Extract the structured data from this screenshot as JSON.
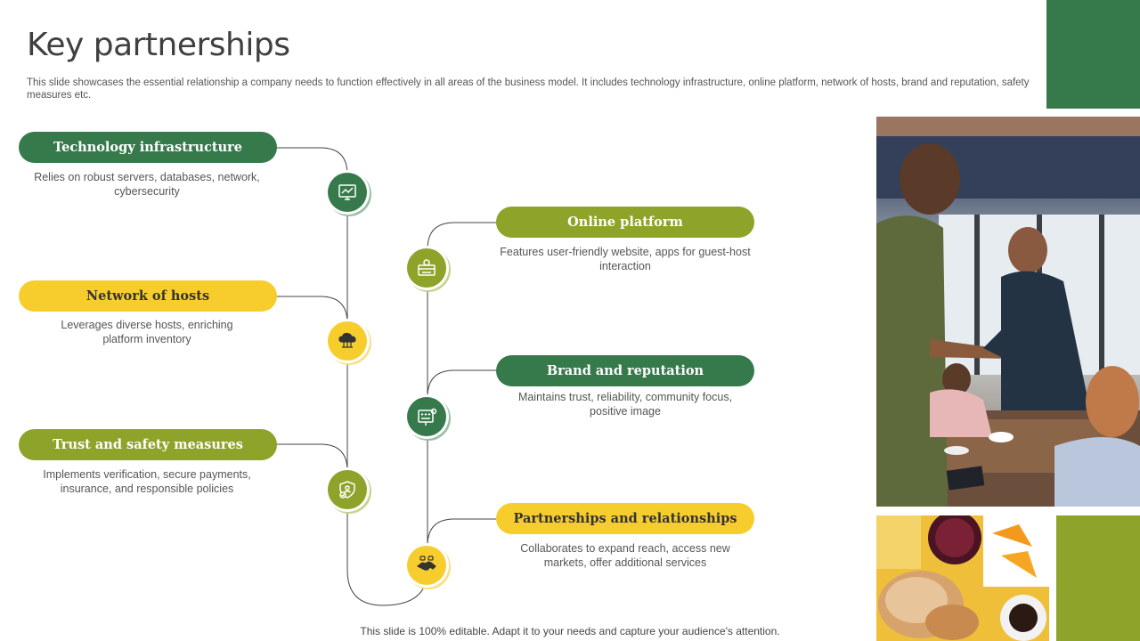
{
  "title": "Key partnerships",
  "subtitle": "This slide showcases the essential relationship a company needs to function effectively in all areas of the business model. It includes technology infrastructure, online platform, network of hosts, brand and reputation, safety measures etc.",
  "items": [
    {
      "label": "Technology infrastructure",
      "desc": "Relies on robust servers, databases, network, cybersecurity",
      "icon": "server-monitor-icon",
      "color": "#367a4c"
    },
    {
      "label": "Online platform",
      "desc": "Features user-friendly website, apps for guest-host interaction",
      "icon": "web-platform-icon",
      "color": "#8ea32a"
    },
    {
      "label": "Network of hosts",
      "desc": "Leverages diverse hosts, enriching platform inventory",
      "icon": "cloud-network-icon",
      "color": "#f7cd2e"
    },
    {
      "label": "Brand and reputation",
      "desc": "Maintains trust, reliability, community focus, positive image",
      "icon": "rating-board-icon",
      "color": "#367a4c"
    },
    {
      "label": "Trust and safety measures",
      "desc": "Implements verification, secure payments, insurance, and responsible policies",
      "icon": "shield-check-icon",
      "color": "#8ea32a"
    },
    {
      "label": "Partnerships and relationships",
      "desc": "Collaborates to expand reach, access new markets, offer additional services",
      "icon": "handshake-icon",
      "color": "#f7cd2e"
    }
  ],
  "footer": "This slide is 100% editable. Adapt it to your needs and capture your audience's attention.",
  "colors": {
    "dark_green": "#367a4c",
    "olive": "#8ea32a",
    "yellow": "#f7cd2e"
  }
}
